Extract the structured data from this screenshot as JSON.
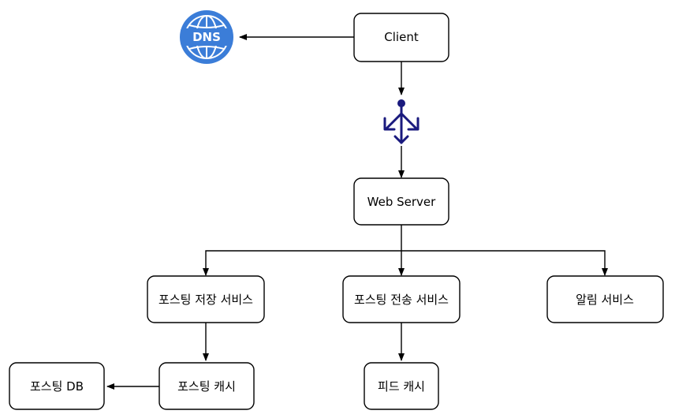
{
  "nodes": {
    "client": "Client",
    "web_server": "Web Server",
    "post_storage_service": "포스팅 저장 서비스",
    "post_fanout_service": "포스팅 전송 서비스",
    "notification_service": "알림 서비스",
    "post_db": "포스팅 DB",
    "post_cache": "포스팅 캐시",
    "feed_cache": "피드 캐시"
  },
  "dns": {
    "label": "DNS",
    "color": "#3B7DD8"
  },
  "load_balancer": {
    "icon": "load-balancer-icon",
    "color": "#1A1A7E"
  }
}
